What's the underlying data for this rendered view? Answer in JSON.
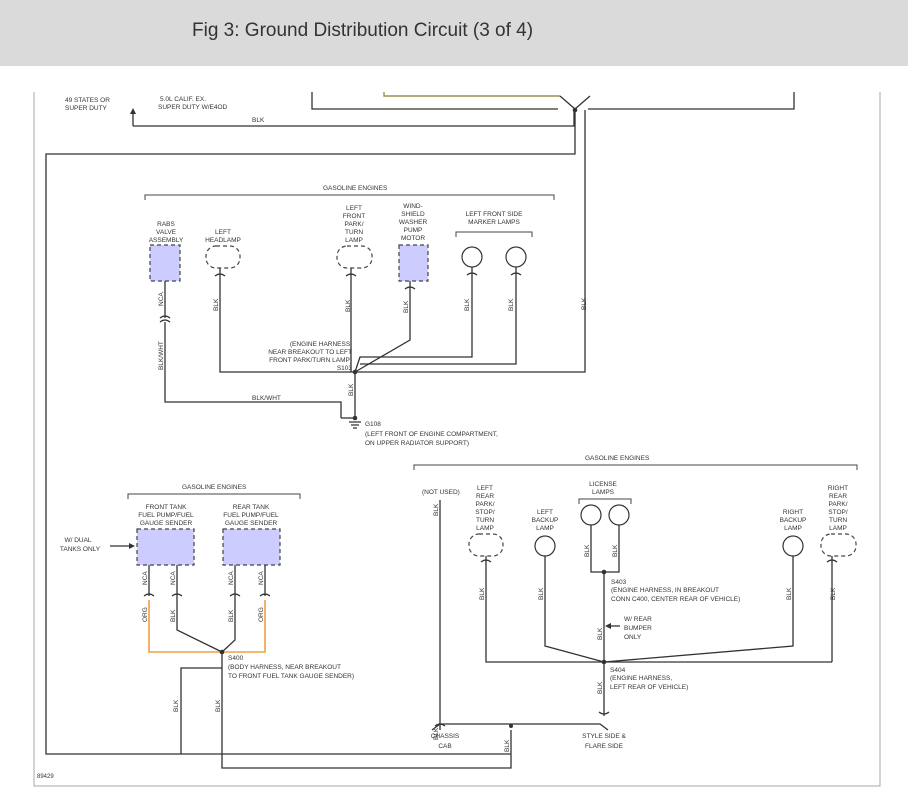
{
  "title": "Fig 3: Ground Distribution Circuit (3 of 4)",
  "figure_id": "89429",
  "top": {
    "left_label": [
      "49 STATES OR",
      "SUPER DUTY"
    ],
    "right_label": [
      "5.0L CALIF. EX.",
      "SUPER DUTY W/E4OD"
    ],
    "wire": "BLK"
  },
  "upper_group": {
    "title": "GASOLINE ENGINES",
    "rabs": [
      "RABS",
      "VALVE",
      "ASSEMBLY"
    ],
    "left_headlamp": [
      "LEFT",
      "HEADLAMP"
    ],
    "left_front_park": [
      "LEFT",
      "FRONT",
      "PARK/",
      "TURN",
      "LAMP"
    ],
    "washer_motor": [
      "WIND-",
      "SHIELD",
      "WASHER",
      "PUMP",
      "MOTOR"
    ],
    "marker_lamps": [
      "LEFT FRONT SIDE",
      "MARKER LAMPS"
    ],
    "wire_nca": "NCA",
    "wire_blk": "BLK",
    "wire_blkwht": "BLK/WHT",
    "s103_note": [
      "(ENGINE HARNESS,",
      "NEAR BREAKOUT TO LEFT",
      "FRONT PARK/TURN LAMP)",
      "S103"
    ],
    "g108": [
      "G108",
      "(LEFT FRONT OF ENGINE COMPARTMENT,",
      "ON UPPER RADIATOR SUPPORT)"
    ]
  },
  "fuel_group": {
    "title": "GASOLINE ENGINES",
    "front_tank": [
      "FRONT TANK",
      "FUEL PUMP/FUEL",
      "GAUGE SENDER"
    ],
    "rear_tank": [
      "REAR TANK",
      "FUEL PUMP/FUEL",
      "GAUGE SENDER"
    ],
    "dual_note": [
      "W/ DUAL",
      "TANKS ONLY"
    ],
    "wire_org": "ORG",
    "s400": [
      "S400",
      "(BODY HARNESS, NEAR BREAKOUT",
      "TO FRONT FUEL TANK GAUGE SENDER)"
    ]
  },
  "rear_group": {
    "title": "GASOLINE ENGINES",
    "not_used": "(NOT USED)",
    "left_rear_park": [
      "LEFT",
      "REAR",
      "PARK/",
      "STOP/",
      "TURN",
      "LAMP"
    ],
    "left_backup": [
      "LEFT",
      "BACKUP",
      "LAMP"
    ],
    "license": [
      "LICENSE",
      "LAMPS"
    ],
    "right_backup": [
      "RIGHT",
      "BACKUP",
      "LAMP"
    ],
    "right_rear_park": [
      "RIGHT",
      "REAR",
      "PARK/",
      "STOP/",
      "TURN",
      "LAMP"
    ],
    "s403": [
      "S403",
      "(ENGINE HARNESS, IN BREAKOUT",
      "CONN C400, CENTER REAR OF VEHICLE)"
    ],
    "rear_bumper": [
      "W/ REAR",
      "BUMPER",
      "ONLY"
    ],
    "s404": [
      "S404",
      "(ENGINE HARNESS,",
      "LEFT REAR OF VEHICLE)"
    ],
    "chassis_cab": [
      "CHASSIS",
      "CAB"
    ],
    "style_side": [
      "STYLE SIDE &",
      "FLARE SIDE"
    ]
  },
  "colors": {
    "orange_wire": "#f0a040",
    "component_fill": "#ccccff",
    "header_bg": "#dadada"
  }
}
